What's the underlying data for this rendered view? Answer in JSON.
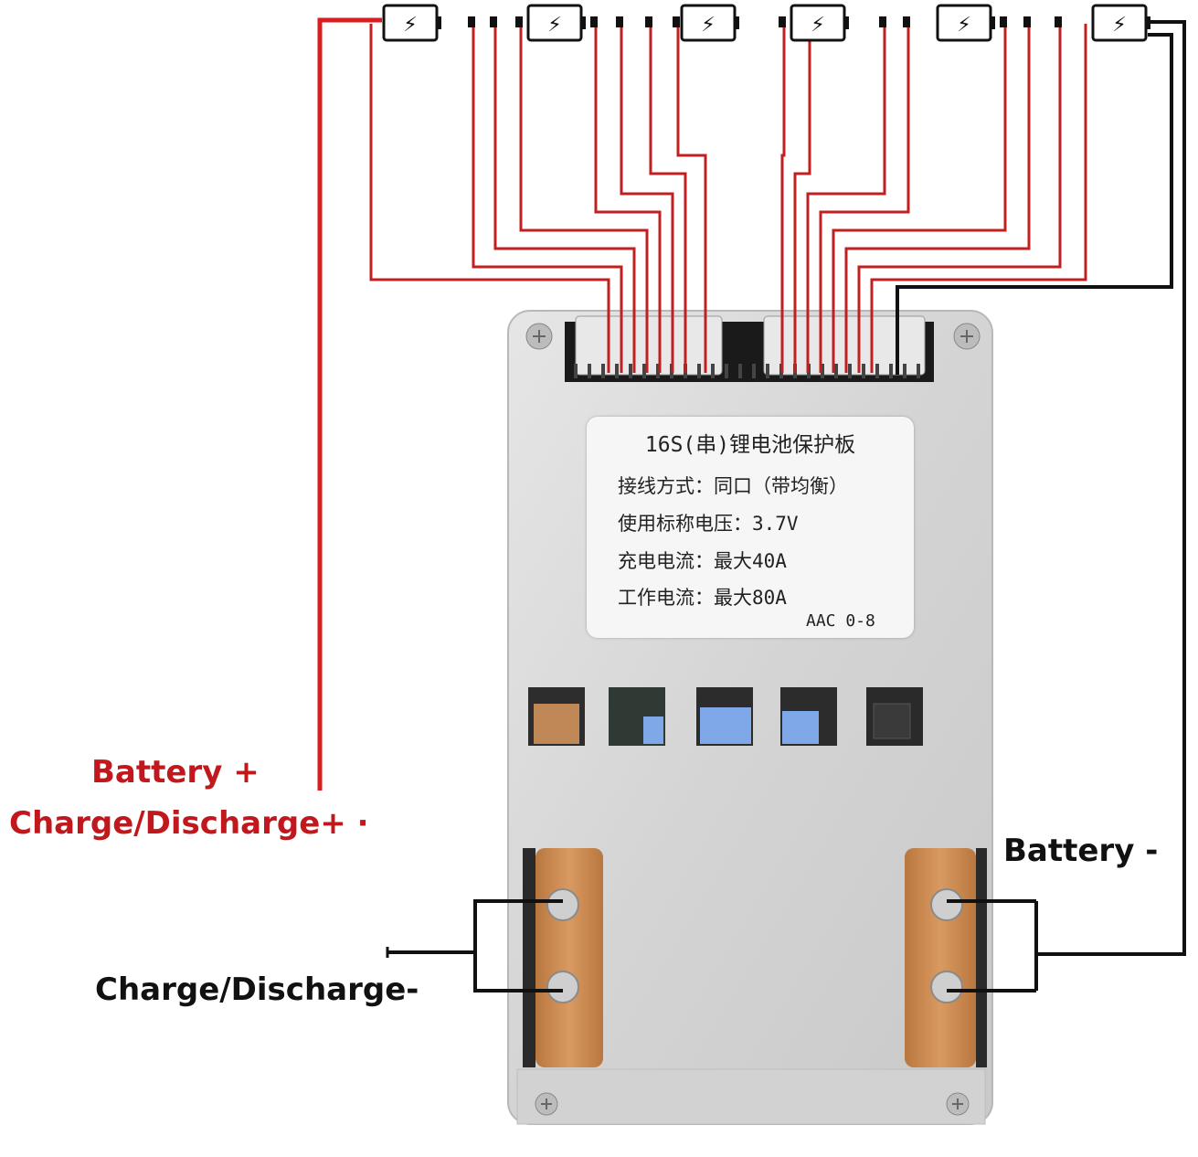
{
  "diagram": {
    "labels": {
      "battery_plus": "Battery +",
      "charge_discharge_plus": "Charge/Discharge+ ·",
      "battery_minus": "Battery -",
      "charge_discharge_minus": "Charge/Discharge-"
    },
    "sticker": {
      "title": "16S(串)锂电池保护板",
      "wiring": "接线方式：同口（带均衡）",
      "nominal_voltage": "使用标称电压：3.7V",
      "charge_current": "充电电流：最大40A",
      "work_current": "工作电流：最大80A",
      "model": "AAC 0-8"
    },
    "battery_icons": [
      "battery-icon",
      "battery-icon",
      "battery-icon",
      "battery-icon",
      "battery-icon",
      "battery-icon"
    ],
    "battery_icon_glyph": "⚡",
    "colors": {
      "positive_wire": "#d81e1e",
      "balance_wire": "#c02020",
      "negative_wire": "#111111",
      "plus_label": "#c0181c",
      "minus_label": "#111111",
      "board": "#d9d9d9",
      "copper_pad": "#c88a55",
      "mosfet_highlight": "#7fa8e8"
    }
  }
}
